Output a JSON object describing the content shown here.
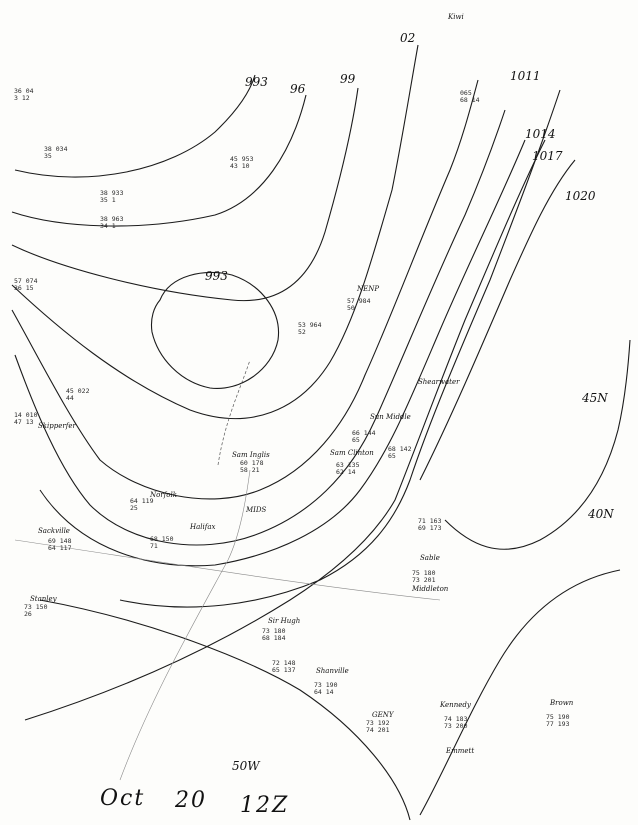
{
  "isobar_labels": [
    "993",
    "96",
    "99",
    "02",
    "1011",
    "1014",
    "1017",
    "1020",
    "993"
  ],
  "latitude_labels": [
    "45N",
    "40N"
  ],
  "longitude_label": "50W",
  "title": {
    "month": "Oct",
    "day": "20",
    "time": "12Z"
  },
  "station_names": [
    "Kiwi",
    "NENP",
    "Sun Middle",
    "Skipperfer",
    "Sam Clinton",
    "Sam Inglis",
    "Sackville",
    "Norfolk",
    "Halifax",
    "MIDS",
    "Middleton",
    "Sir Hugh",
    "Sable",
    "Shearwater",
    "Stanley",
    "Shanville",
    "GENY",
    "Emmett",
    "Kennedy",
    "Brown"
  ],
  "station_values": [
    [
      "36 04",
      "3 12"
    ],
    [
      "38 034",
      "35"
    ],
    [
      "38 933",
      "35 1"
    ],
    [
      "38 963",
      "34 1"
    ],
    [
      "45 953",
      "43 10"
    ],
    [
      "065",
      "68 14"
    ],
    [
      "57 984",
      "50"
    ],
    [
      "53 964",
      "52"
    ],
    [
      "14 010",
      "47 13"
    ],
    [
      "45 022",
      "44"
    ],
    [
      "57 074",
      "36 15"
    ],
    [
      "66 144",
      "65"
    ],
    [
      "63 135",
      "62 14"
    ],
    [
      "68 142",
      "65"
    ],
    [
      "60 178",
      "58 21"
    ],
    [
      "64 119",
      "25"
    ],
    [
      "69 148",
      "64 117"
    ],
    [
      "73 150",
      "26"
    ],
    [
      "71 163",
      "69 173"
    ],
    [
      "68 150",
      "71"
    ],
    [
      "75 180",
      "73 201"
    ],
    [
      "73 180",
      "68 184"
    ],
    [
      "72 148",
      "65 137"
    ],
    [
      "73 190",
      "64 14"
    ],
    [
      "73 192",
      "74 201"
    ],
    [
      "74 183",
      "73 200"
    ],
    [
      "75 190",
      "77 193"
    ]
  ]
}
